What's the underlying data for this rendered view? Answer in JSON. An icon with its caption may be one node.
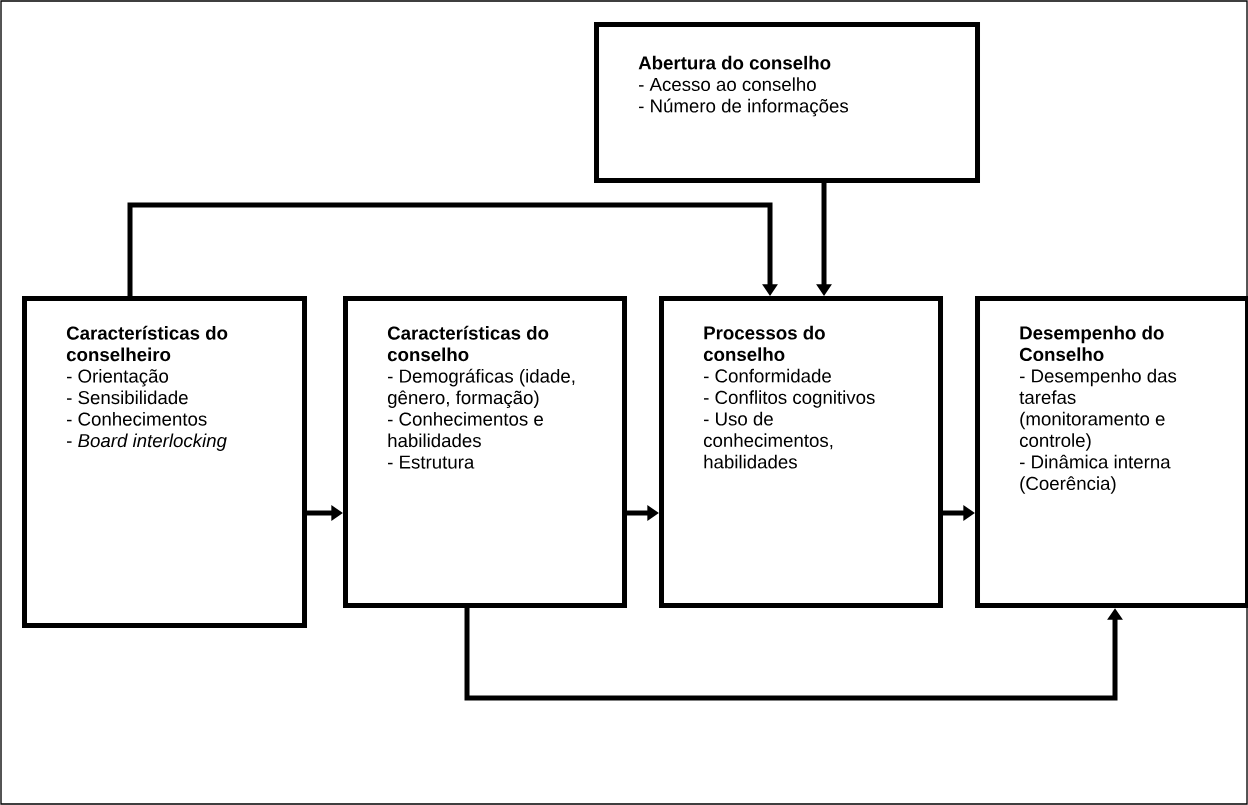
{
  "diagram": {
    "nodes": [
      {
        "text": [
          "Abertura do conselho",
          "- Acesso ao conselho",
          "- Número de informações"
        ]
      },
      {
        "text": [
          "Características do conselheiro",
          "- Orientação",
          "- Sensibilidade",
          "- Conhecimentos",
          "- *Board interlocking*"
        ]
      },
      {
        "text": [
          "Características do conselho",
          "- Demográficas (idade, gênero, formação)",
          "- Conhecimentos e habilidades",
          "- Estrutura"
        ]
      },
      {
        "text": [
          "Processos do conselho",
          "- Conformidade",
          "- Conflitos cognitivos",
          "- Uso de conhecimentos, habilidades"
        ]
      },
      {
        "text": [
          "Desempenho do Conselho",
          "- Desempenho das tarefas (monitoramento e controle)",
          "- Dinâmica interna (Coerência)"
        ]
      }
    ],
    "edges": [
      {
        "from": 0,
        "to": 3,
        "arrow": "to"
      },
      {
        "from": 1,
        "to": 3,
        "arrow": "to"
      },
      {
        "from": 1,
        "to": 2,
        "arrow": "to"
      },
      {
        "from": 2,
        "to": 3,
        "arrow": "to"
      },
      {
        "from": 3,
        "to": 4,
        "arrow": "to"
      },
      {
        "from": 2,
        "to": 4,
        "arrow": "to"
      }
    ]
  }
}
